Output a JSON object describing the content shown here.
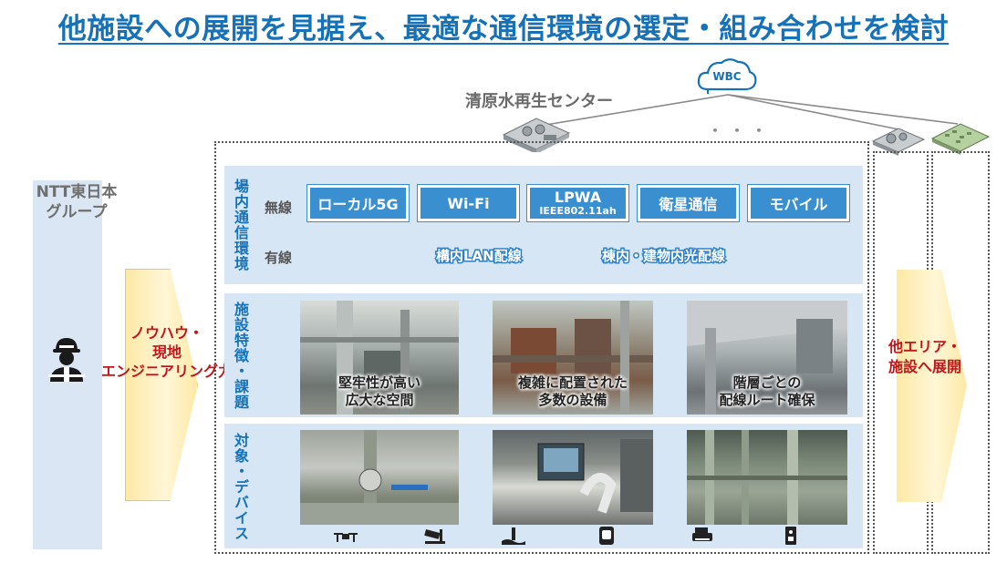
{
  "title": "他施設への展開を見据え、最適な通信環境の選定・組み合わせを検討",
  "cloud_label": "WBC",
  "facility_label": "清原水再生センター",
  "ellipsis": "・・・",
  "ntt_group": [
    "NTT東日本",
    "グループ"
  ],
  "knowhow": [
    "ノウハウ・",
    "現地",
    "エンジニアリング力"
  ],
  "expand": [
    "他エリア・",
    "施設へ展開"
  ],
  "sections": {
    "comm": {
      "label": "場内通信環境",
      "wireless_label": "無線",
      "wired_label": "有線",
      "wireless": [
        {
          "main": "ローカル5G"
        },
        {
          "main": "Wi-Fi"
        },
        {
          "main": "LPWA",
          "sub": "IEEE802.11ah"
        },
        {
          "main": "衛星通信"
        },
        {
          "main": "モバイル"
        }
      ],
      "wired": [
        "構内LAN配線",
        "棟内・建物内光配線"
      ]
    },
    "features": {
      "label": "施設特徴・課題",
      "captions": [
        [
          "堅牢性が高い",
          "広大な空間"
        ],
        [
          "複雑に配置された",
          "多数の設備"
        ],
        [
          "階層ごとの",
          "配線ルート確保"
        ]
      ]
    },
    "devices": {
      "label": "対象・デバイス"
    }
  },
  "colors": {
    "title": "#1672b8",
    "box": "#3a8fd0",
    "panel": "#d7e6f4",
    "accent_red": "#c0171d"
  }
}
